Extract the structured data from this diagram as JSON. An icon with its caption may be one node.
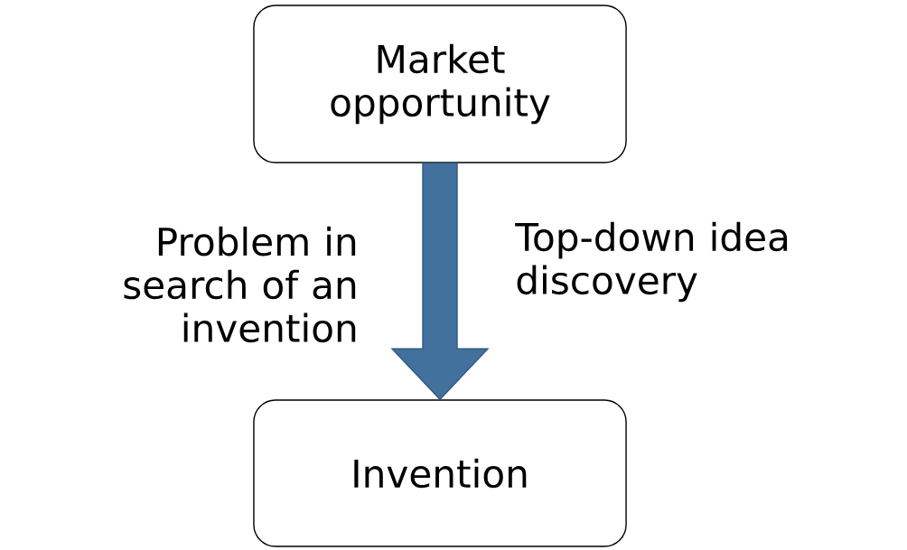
{
  "diagram": {
    "nodes": [
      {
        "text": [
          "Market opportunity"
        ]
      },
      {
        "text": [
          "Invention"
        ]
      }
    ],
    "edges": [
      {
        "from": 0,
        "to": 1,
        "arrow": "to"
      }
    ],
    "labels": [
      "Problem in search of an invention",
      "Top-down idea discovery"
    ]
  }
}
